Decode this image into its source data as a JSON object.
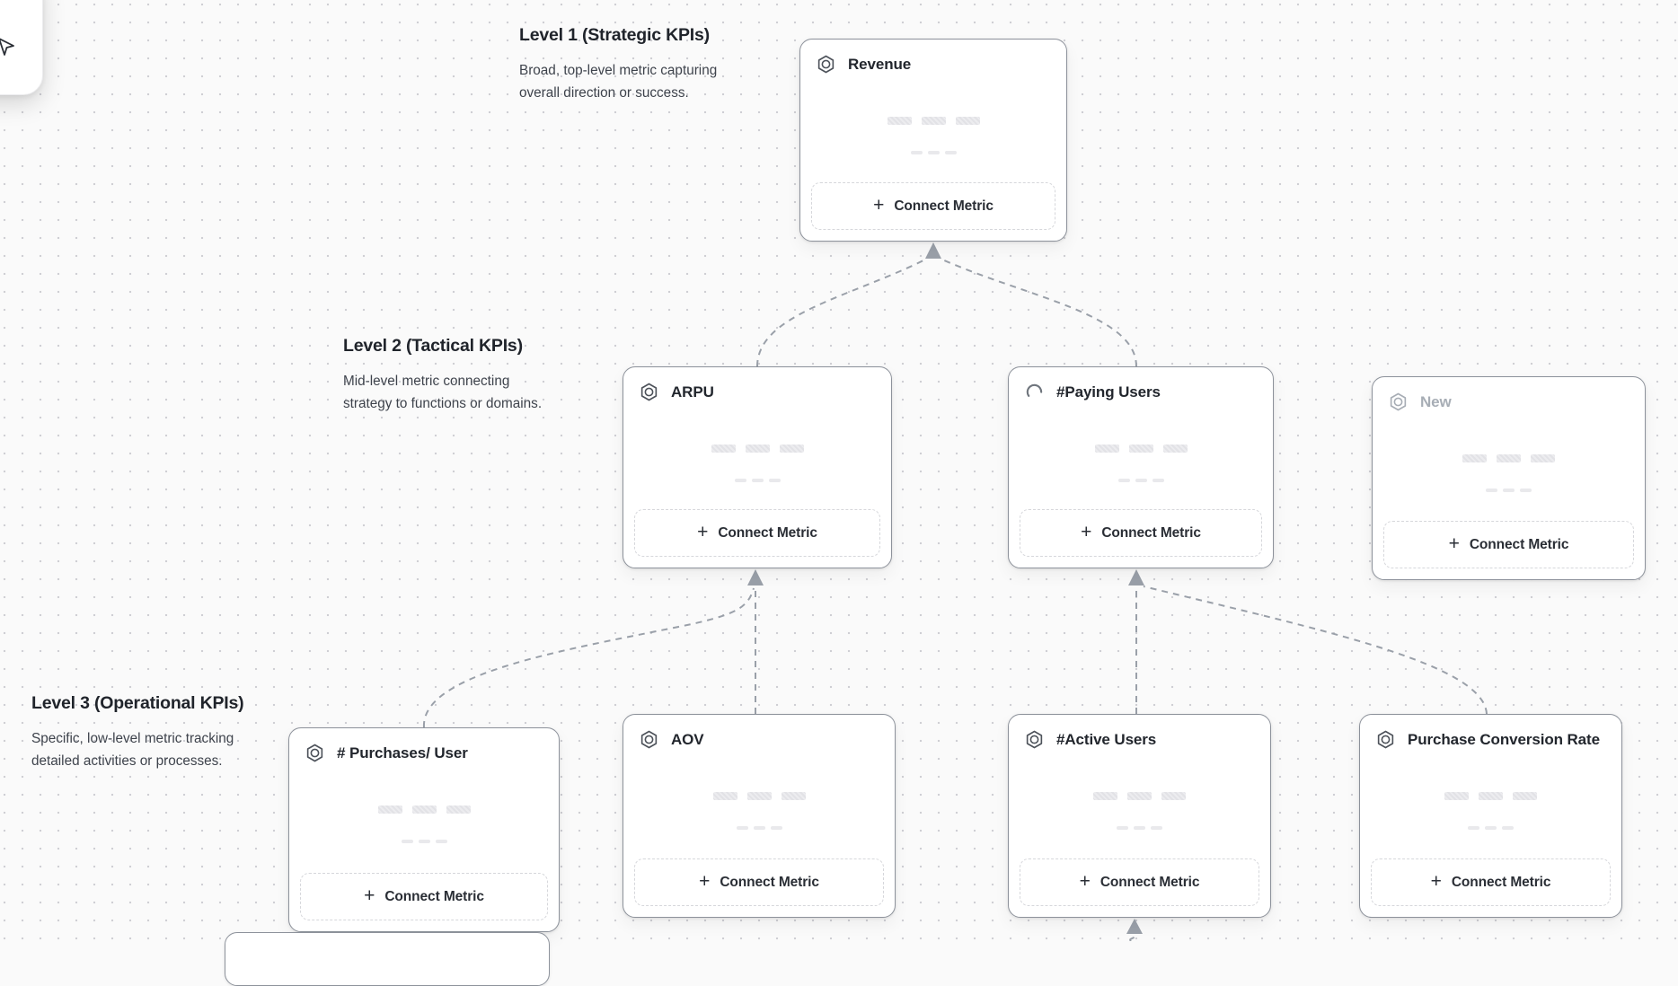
{
  "labels": {
    "connect_metric": "Connect Metric",
    "plus": "+"
  },
  "sections": {
    "level1": {
      "title": "Level 1 (Strategic KPIs)",
      "description_lines": [
        "Broad, top-level metric capturing",
        "overall direction or success."
      ]
    },
    "level2": {
      "title": "Level 2 (Tactical KPIs)",
      "description_lines": [
        "Mid-level metric connecting",
        "strategy to functions or domains."
      ]
    },
    "level3": {
      "title": "Level 3 (Operational KPIs)",
      "description_lines": [
        "Specific, low-level metric tracking",
        "detailed activities or processes."
      ]
    }
  },
  "cards": {
    "revenue": {
      "title": "Revenue",
      "level": 1,
      "state": "default",
      "icon": "metric-hexagon"
    },
    "arpu": {
      "title": "ARPU",
      "level": 2,
      "state": "default",
      "icon": "metric-hexagon"
    },
    "paying_users": {
      "title": "#Paying Users",
      "level": 2,
      "state": "loading",
      "icon": "loading-spinner"
    },
    "new_metric": {
      "title": "New",
      "level": 2,
      "state": "draft",
      "icon": "metric-hexagon"
    },
    "purchases_per_user": {
      "title": "# Purchases/ User",
      "level": 3,
      "state": "default",
      "icon": "metric-hexagon"
    },
    "aov": {
      "title": "AOV",
      "level": 3,
      "state": "default",
      "icon": "metric-hexagon"
    },
    "active_users": {
      "title": "#Active Users",
      "level": 3,
      "state": "default",
      "icon": "metric-hexagon"
    },
    "purchase_conversion_rate": {
      "title": "Purchase Conversion Rate",
      "level": 3,
      "state": "default",
      "icon": "metric-hexagon"
    }
  },
  "colors": {
    "canvas_bg": "#fafafa",
    "grid_dot": "#cfcfd4",
    "card_border": "#8d929b",
    "connector": "#9aa0a9",
    "title_text": "#22262d",
    "muted_text": "#a7adb5"
  }
}
